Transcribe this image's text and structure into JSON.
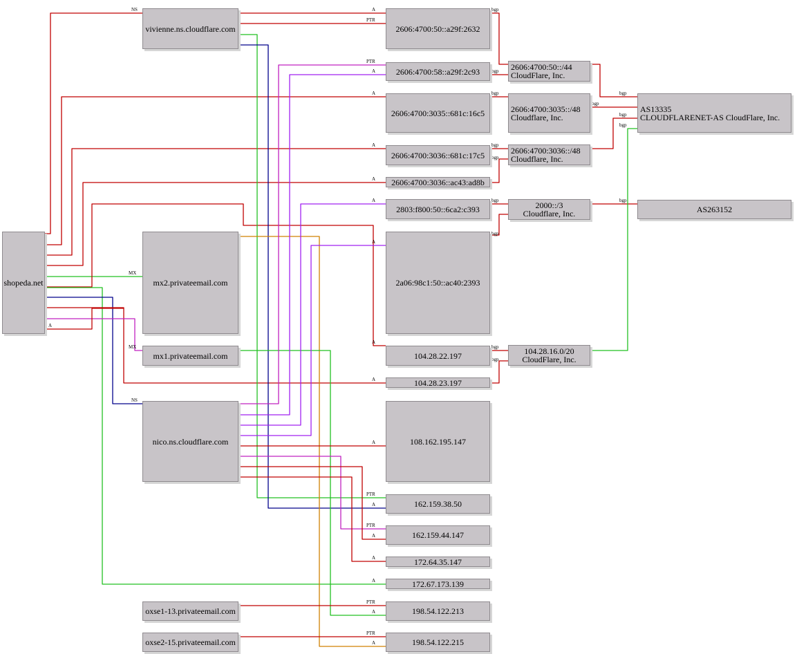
{
  "graph": {
    "nodes": {
      "shopeda": "shopeda.net",
      "vivienne": "vivienne.ns.cloudflare.com",
      "mx2": "mx2.privateemail.com",
      "mx1": "mx1.privateemail.com",
      "nico": "nico.ns.cloudflare.com",
      "oxse1": "oxse1-13.privateemail.com",
      "oxse2": "oxse2-15.privateemail.com",
      "ip_2632": "2606:4700:50::a29f:2632",
      "ip_2c93": "2606:4700:58::a29f:2c93",
      "ip_16c5": "2606:4700:3035::681c:16c5",
      "ip_17c5": "2606:4700:3036::681c:17c5",
      "ip_ad8b": "2606:4700:3036::ac43:ad8b",
      "ip_c393": "2803:f800:50::6ca2:c393",
      "ip_2393": "2a06:98c1:50::ac40:2393",
      "ip_22197": "104.28.22.197",
      "ip_23197": "104.28.23.197",
      "ip_108": "108.162.195.147",
      "ip_3850": "162.159.38.50",
      "ip_44147": "162.159.44.147",
      "ip_172_64": "172.64.35.147",
      "ip_172_67": "172.67.173.139",
      "ip_213": "198.54.122.213",
      "ip_215": "198.54.122.215",
      "pfx_50_44": "2606:4700:50::/44\nCloudFlare, Inc.",
      "pfx_3035": "2606:4700:3035::/48\nCloudflare, Inc.",
      "pfx_3036": "2606:4700:3036::/48\nCloudflare, Inc.",
      "pfx_2000": "2000::/3\nCloudflare, Inc.",
      "pfx_104": "104.28.16.0/20\nCloudFlare, Inc.",
      "as13335": "AS13335\nCLOUDFLARENET-AS CloudFlare, Inc.",
      "as263152": "AS263152"
    },
    "edge_labels": {
      "ns": "NS",
      "a": "A",
      "ptr": "PTR",
      "mx": "MX",
      "bgp": "bgp"
    },
    "colors": {
      "red": "#c00000",
      "green": "#22c022",
      "navy": "#00008b",
      "magenta": "#c020c0",
      "purple": "#a020f0",
      "orange": "#d08000",
      "node_fill": "#c8c4c8"
    }
  }
}
